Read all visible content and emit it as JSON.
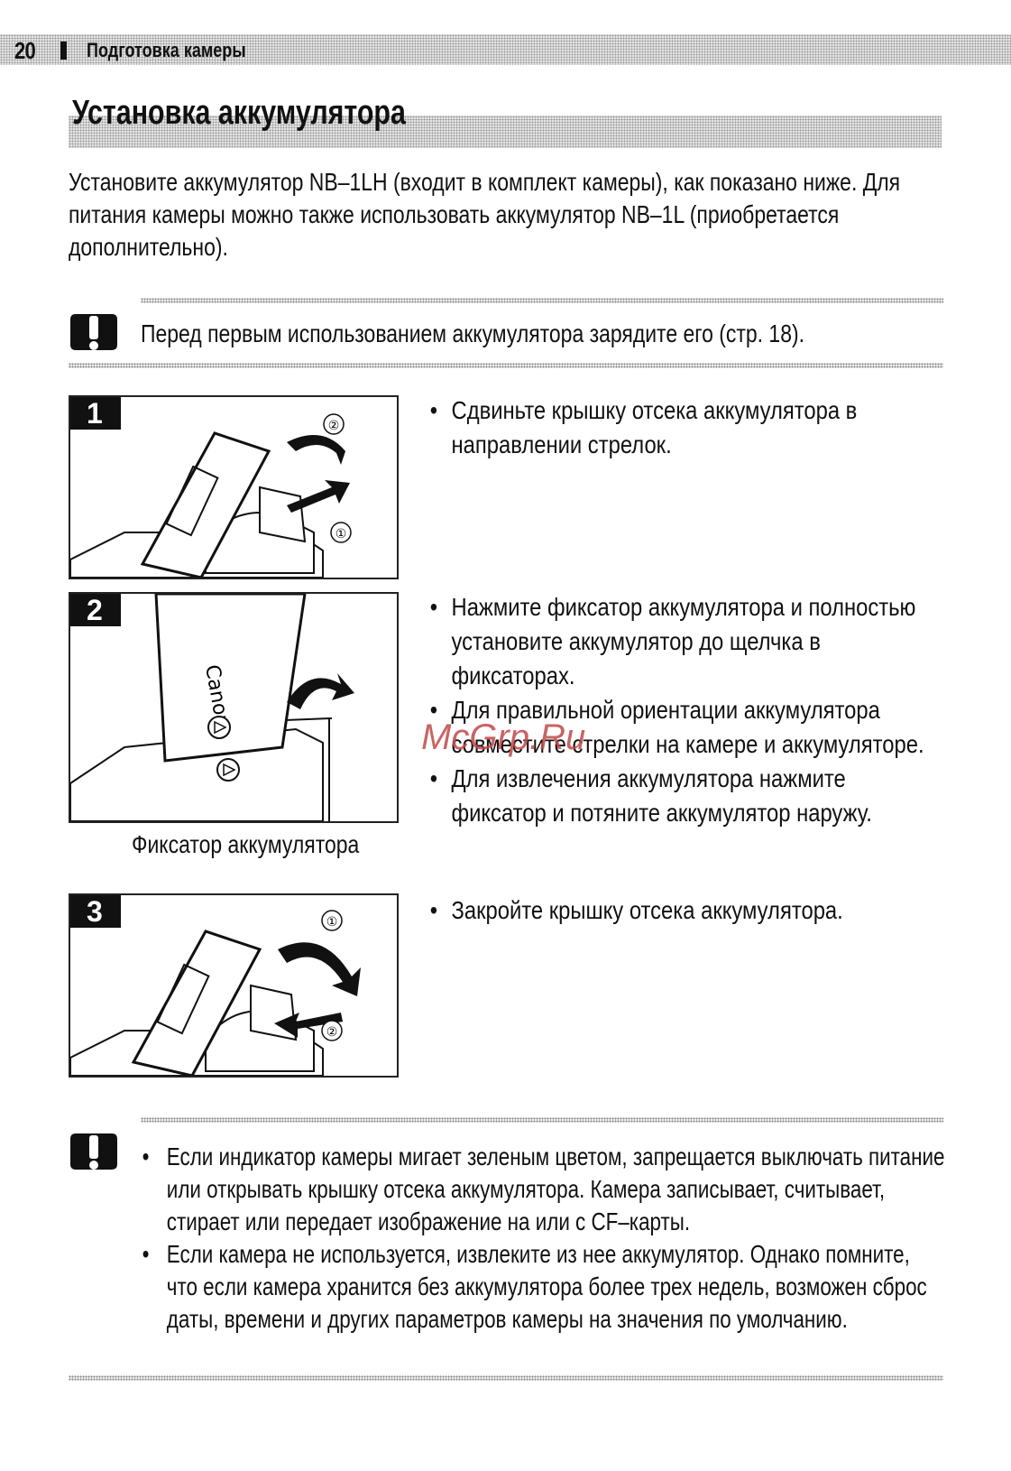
{
  "header": {
    "page_number": "20",
    "section": "Подготовка камеры"
  },
  "title": "Установка аккумулятора",
  "intro": "Установите аккумулятор NB–1LH (входит в комплект камеры), как показано ниже. Для питания камеры можно также использовать аккумулятор NB–1L (приобретается дополнительно).",
  "warning_top": "Перед первым использованием аккумулятора зарядите его (стр. 18).",
  "steps": [
    {
      "number": "1",
      "bullets": [
        "Сдвиньте крышку отсека аккумулятора в направлении стрелок."
      ]
    },
    {
      "number": "2",
      "bullets": [
        "Нажмите фиксатор аккумулятора и полностью установите аккумулятор до щелчка в фиксаторах.",
        "Для правильной ориентации аккумулятора совместите стрелки на камере и аккумуляторе.",
        "Для извлечения аккумулятора нажмите фиксатор и потяните аккумулятор наружу."
      ],
      "caption": "Фиксатор аккумулятора"
    },
    {
      "number": "3",
      "bullets": [
        "Закройте крышку отсека аккумулятора."
      ]
    }
  ],
  "figure_labels": {
    "step1_a": "②",
    "step1_b": "①",
    "step3_a": "①",
    "step3_b": "②",
    "battery_brand": "Canon"
  },
  "warning_bottom": [
    "Если индикатор камеры мигает зеленым цветом, запрещается выключать питание или открывать крышку отсека аккумулятора. Камера записывает, считывает, стирает или передает изображение на или с CF–карты.",
    "Если камера не используется, извлеките из нее аккумулятор. Однако помните, что если камера хранится без аккумулятора более трех недель, возможен сброс даты, времени и других параметров камеры на значения по умолчанию."
  ],
  "watermark": "McGrp.Ru"
}
